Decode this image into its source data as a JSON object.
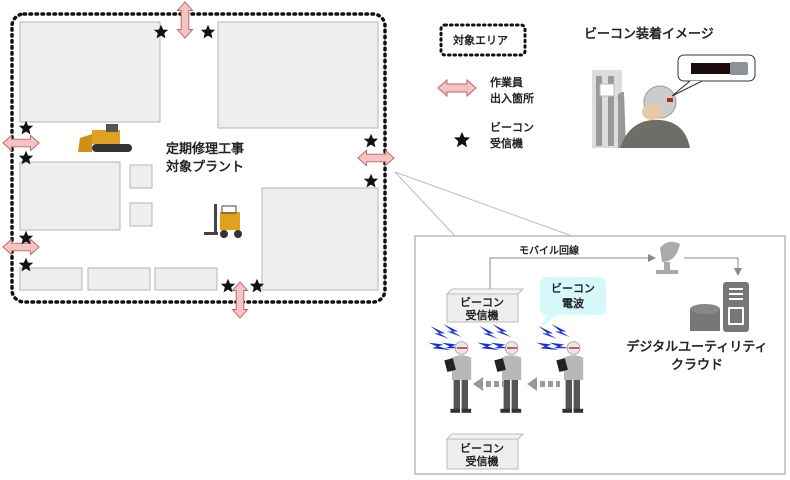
{
  "plant": {
    "title_line1": "定期修理工事",
    "title_line2": "対象プラント"
  },
  "legend": {
    "area_label": "対象エリア",
    "entrance_line1": "作業員",
    "entrance_line2": "出入箇所",
    "receiver_line1": "ビーコン",
    "receiver_line2": "受信機"
  },
  "beacon_image": {
    "title": "ビーコン装着イメージ"
  },
  "system": {
    "mobile_line": "モバイル回線",
    "receiver_top_line1": "ビーコン",
    "receiver_top_line2": "受信機",
    "wave_line1": "ビーコン",
    "wave_line2": "電波",
    "cloud_line1": "デジタルユーティリティ",
    "cloud_line2": "クラウド",
    "receiver_bottom_line1": "ビーコン",
    "receiver_bottom_line2": "受信機"
  },
  "colors": {
    "arrow": "#f6c3c3",
    "wave": "#1a2ee0",
    "bubble": "#d6f8fb"
  }
}
